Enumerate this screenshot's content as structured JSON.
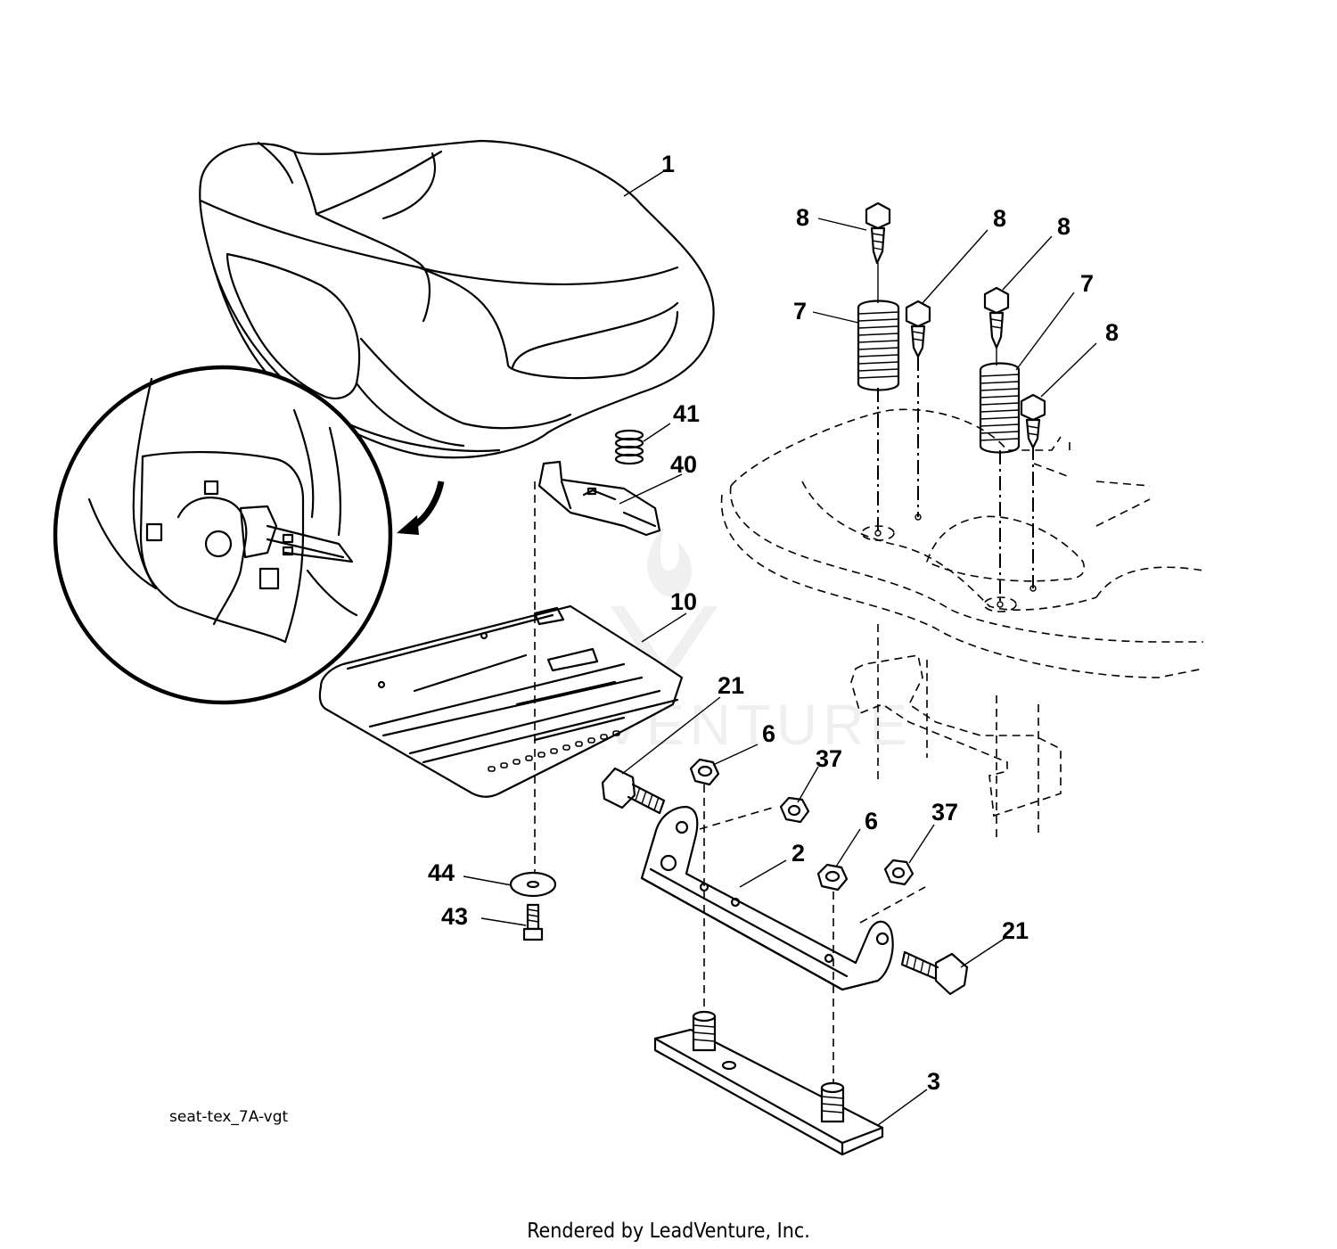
{
  "figure_code": "seat-tex_7A-vgt",
  "footer_text": "Rendered by LeadVenture, Inc.",
  "watermark_text": "LEADVENTURE",
  "callouts": [
    "1",
    "8",
    "8",
    "8",
    "8",
    "7",
    "7",
    "41",
    "40",
    "10",
    "21",
    "6",
    "37",
    "6",
    "37",
    "2",
    "21",
    "44",
    "43",
    "3"
  ]
}
